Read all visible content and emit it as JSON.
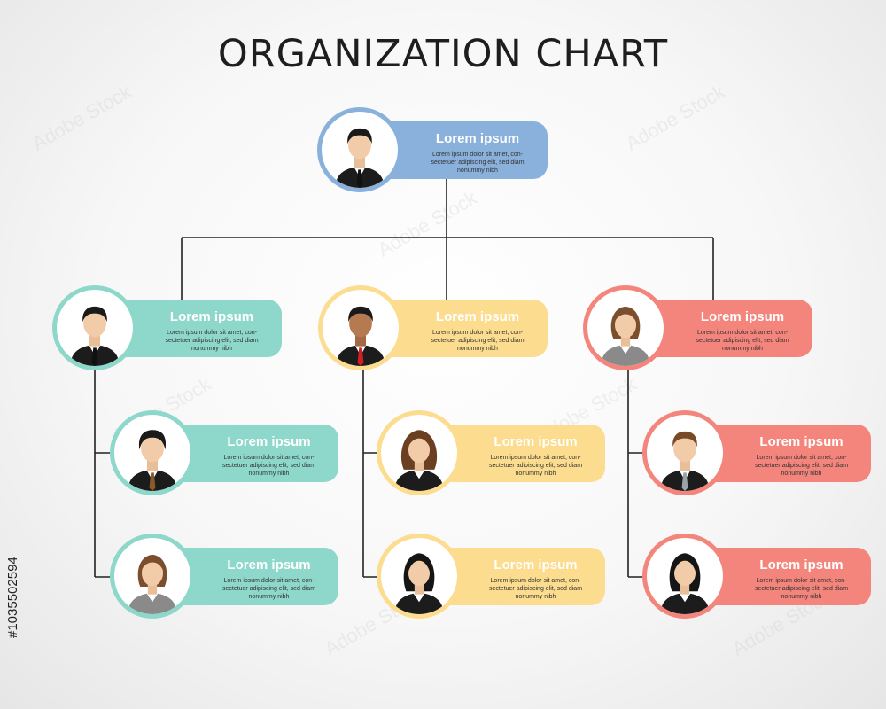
{
  "title": "ORGANIZATION CHART",
  "watermark_text": "Adobe Stock",
  "stock_id": "#1035502594",
  "colors": {
    "blue": "#89b1dc",
    "teal": "#8ed7cb",
    "yellow": "#fcdc8e",
    "red": "#f3857c",
    "line": "#222222"
  },
  "nodes": {
    "top": {
      "title": "Lorem ipsum",
      "text": "Lorem ipsum dolor sit amet, con-sectetuer adipiscing elit, sed diam nonummy nibh",
      "icon": "man-suit-tie-icon"
    },
    "l1": {
      "title": "Lorem ipsum",
      "text": "Lorem ipsum dolor sit amet, con-sectetuer adipiscing elit, sed diam nonummy nibh",
      "icon": "man-suit-tie-icon"
    },
    "m1": {
      "title": "Lorem ipsum",
      "text": "Lorem ipsum dolor sit amet, con-sectetuer adipiscing elit, sed diam nonummy nibh",
      "icon": "man-suit-red-tie-icon"
    },
    "r1": {
      "title": "Lorem ipsum",
      "text": "Lorem ipsum dolor sit amet, con-sectetuer adipiscing elit, sed diam nonummy nibh",
      "icon": "woman-gray-suit-icon"
    },
    "l2": {
      "title": "Lorem ipsum",
      "text": "Lorem ipsum dolor sit amet, con-sectetuer adipiscing elit, sed diam nonummy nibh",
      "icon": "man-brown-tie-icon"
    },
    "l3": {
      "title": "Lorem ipsum",
      "text": "Lorem ipsum dolor sit amet, con-sectetuer adipiscing elit, sed diam nonummy nibh",
      "icon": "woman-gray-suit-icon"
    },
    "m2": {
      "title": "Lorem ipsum",
      "text": "Lorem ipsum dolor sit amet, con-sectetuer adipiscing elit, sed diam nonummy nibh",
      "icon": "woman-curly-hair-icon"
    },
    "m3": {
      "title": "Lorem ipsum",
      "text": "Lorem ipsum dolor sit amet, con-sectetuer adipiscing elit, sed diam nonummy nibh",
      "icon": "woman-black-hair-icon"
    },
    "r2": {
      "title": "Lorem ipsum",
      "text": "Lorem ipsum dolor sit amet, con-sectetuer adipiscing elit, sed diam nonummy nibh",
      "icon": "man-gray-tie-icon"
    },
    "r3": {
      "title": "Lorem ipsum",
      "text": "Lorem ipsum dolor sit amet, con-sectetuer adipiscing elit, sed diam nonummy nibh",
      "icon": "woman-black-hair-icon"
    }
  }
}
